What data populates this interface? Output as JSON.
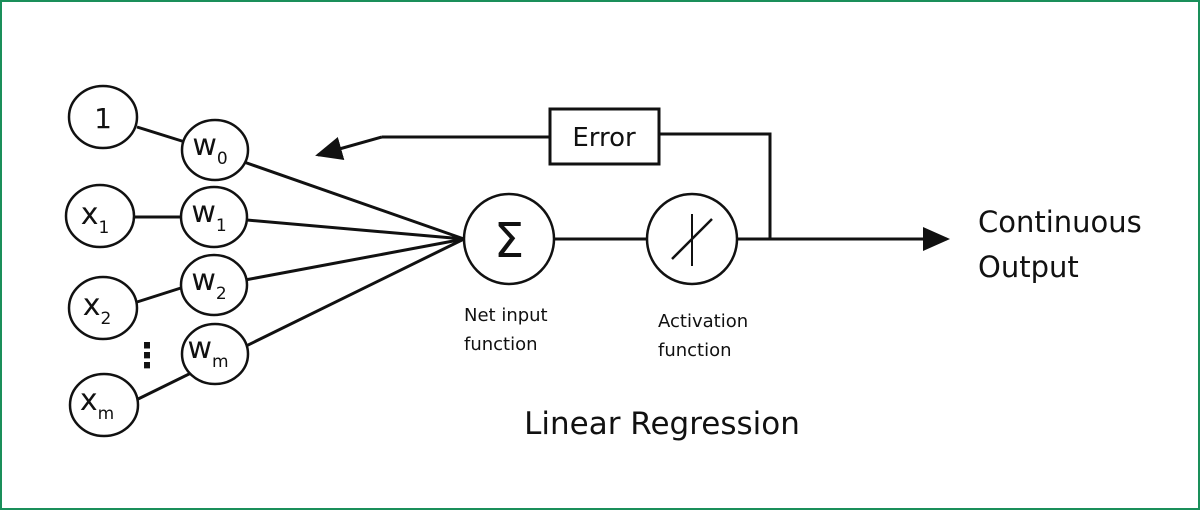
{
  "input_nodes": [
    {
      "label": "1",
      "subscript": ""
    },
    {
      "label": "x",
      "subscript": "1"
    },
    {
      "label": "x",
      "subscript": "2"
    },
    {
      "label": "x",
      "subscript": "m"
    }
  ],
  "weight_nodes": [
    {
      "label": "w",
      "subscript": "0"
    },
    {
      "label": "w",
      "subscript": "1"
    },
    {
      "label": "w",
      "subscript": "2"
    },
    {
      "label": "w",
      "subscript": "m"
    }
  ],
  "ellipsis": "⋮",
  "sum_symbol": "Σ",
  "net_input_label": {
    "line1": "Net input",
    "line2": "function"
  },
  "activation_label": {
    "line1": "Activation",
    "line2": "function"
  },
  "error_label": "Error",
  "output_label": {
    "line1": "Continuous",
    "line2": "Output"
  },
  "caption": "Linear Regression",
  "colors": {
    "border": "#1a8f5a",
    "stroke": "#111111",
    "background": "#ffffff"
  }
}
